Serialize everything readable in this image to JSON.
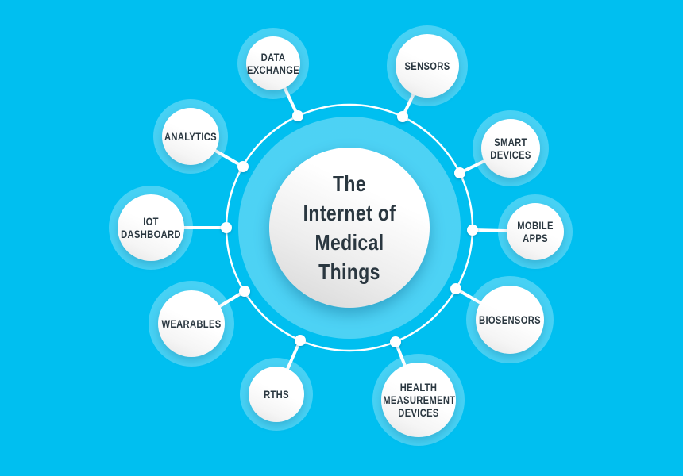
{
  "title": {
    "text": "The Internet of Medical Things",
    "lines": [
      "The",
      "Internet of",
      "Medical",
      "Things"
    ]
  },
  "satellites": [
    {
      "label": "DATA EXCHANGE"
    },
    {
      "label": "SENSORS"
    },
    {
      "label": "SMART DEVICES"
    },
    {
      "label": "MOBILE APPS"
    },
    {
      "label": "BIOSENSORS"
    },
    {
      "label": "HEALTH MEASUREMENT DEVICES"
    },
    {
      "label": "RTHS"
    },
    {
      "label": "WEARABLES"
    },
    {
      "label": "IOT DASHBOARD"
    },
    {
      "label": "ANALYTICS"
    }
  ],
  "colors": {
    "background": "#00bff0",
    "halo": "rgba(255,255,255,0.28)",
    "circle_fill": "#ffffff",
    "connector": "#ffffff",
    "text": "#2a3740"
  }
}
